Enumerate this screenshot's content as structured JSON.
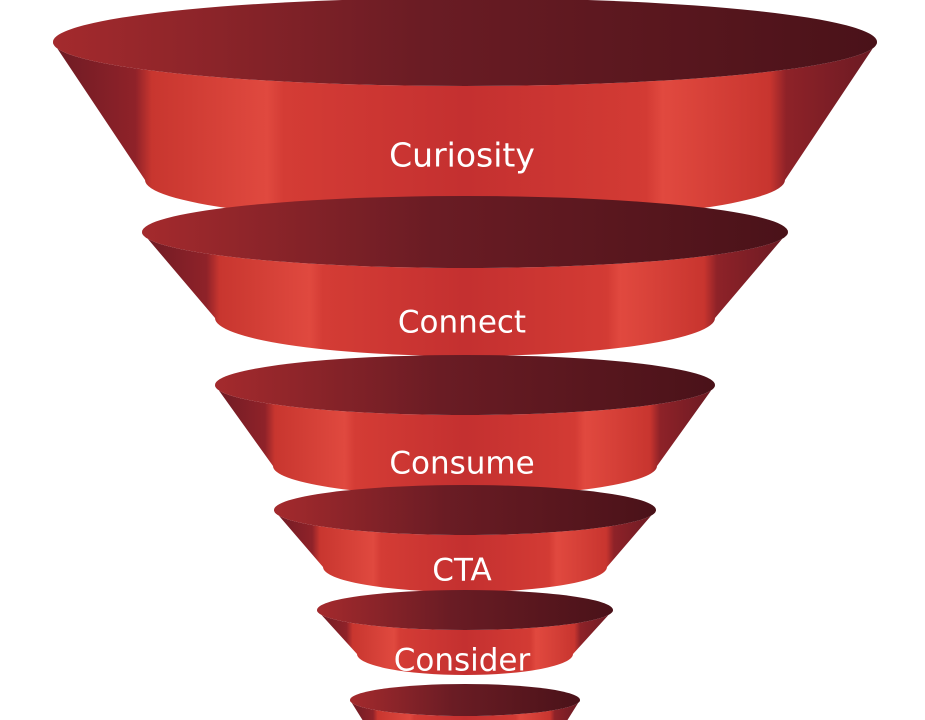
{
  "diagram": {
    "type": "funnel",
    "colors": {
      "band_dark": "#6b1a22",
      "band_mid": "#b52a2c",
      "band_light": "#df4a3f",
      "top_ellipse": "#5e1820"
    },
    "stages": [
      {
        "label": "Curiosity"
      },
      {
        "label": "Connect"
      },
      {
        "label": "Consume"
      },
      {
        "label": "CTA"
      },
      {
        "label": "Consider"
      },
      {
        "label": ""
      }
    ]
  }
}
